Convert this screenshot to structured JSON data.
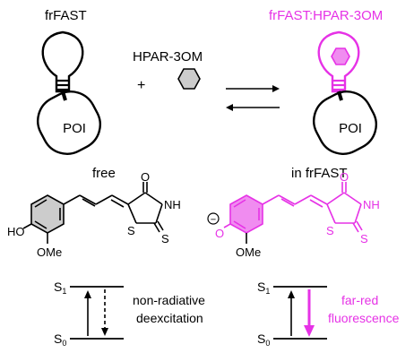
{
  "top": {
    "left_label": "frFAST",
    "ligand_label": "HPAR-3OM",
    "plus": "+",
    "right_label": "frFAST:HPAR-3OM",
    "protein_label_left": "POI",
    "protein_label_right": "POI"
  },
  "middle": {
    "free_label": "free",
    "bound_label": "in frFAST",
    "atoms_left": {
      "ho": "HO",
      "ome": "OMe",
      "o": "O",
      "nh": "NH",
      "s_ring": "S",
      "s_exo": "S"
    },
    "atoms_right": {
      "o_minus": "O",
      "minus": "−",
      "ome": "OMe",
      "o": "O",
      "nh": "NH",
      "s_ring": "S",
      "s_exo": "S"
    }
  },
  "bottom": {
    "left_s1": "S",
    "left_s1_sub": "1",
    "left_s0": "S",
    "left_s0_sub": "0",
    "left_text_line1": "non-radiative",
    "left_text_line2": "deexcitation",
    "right_s1": "S",
    "right_s1_sub": "1",
    "right_s0": "S",
    "right_s0_sub": "0",
    "right_text_line1": "far-red",
    "right_text_line2": "fluorescence"
  },
  "colors": {
    "ink": "#000000",
    "magenta": "#e632e6",
    "ring_fill": "#cccccc",
    "ring_fill_magenta": "#f08cf0"
  }
}
